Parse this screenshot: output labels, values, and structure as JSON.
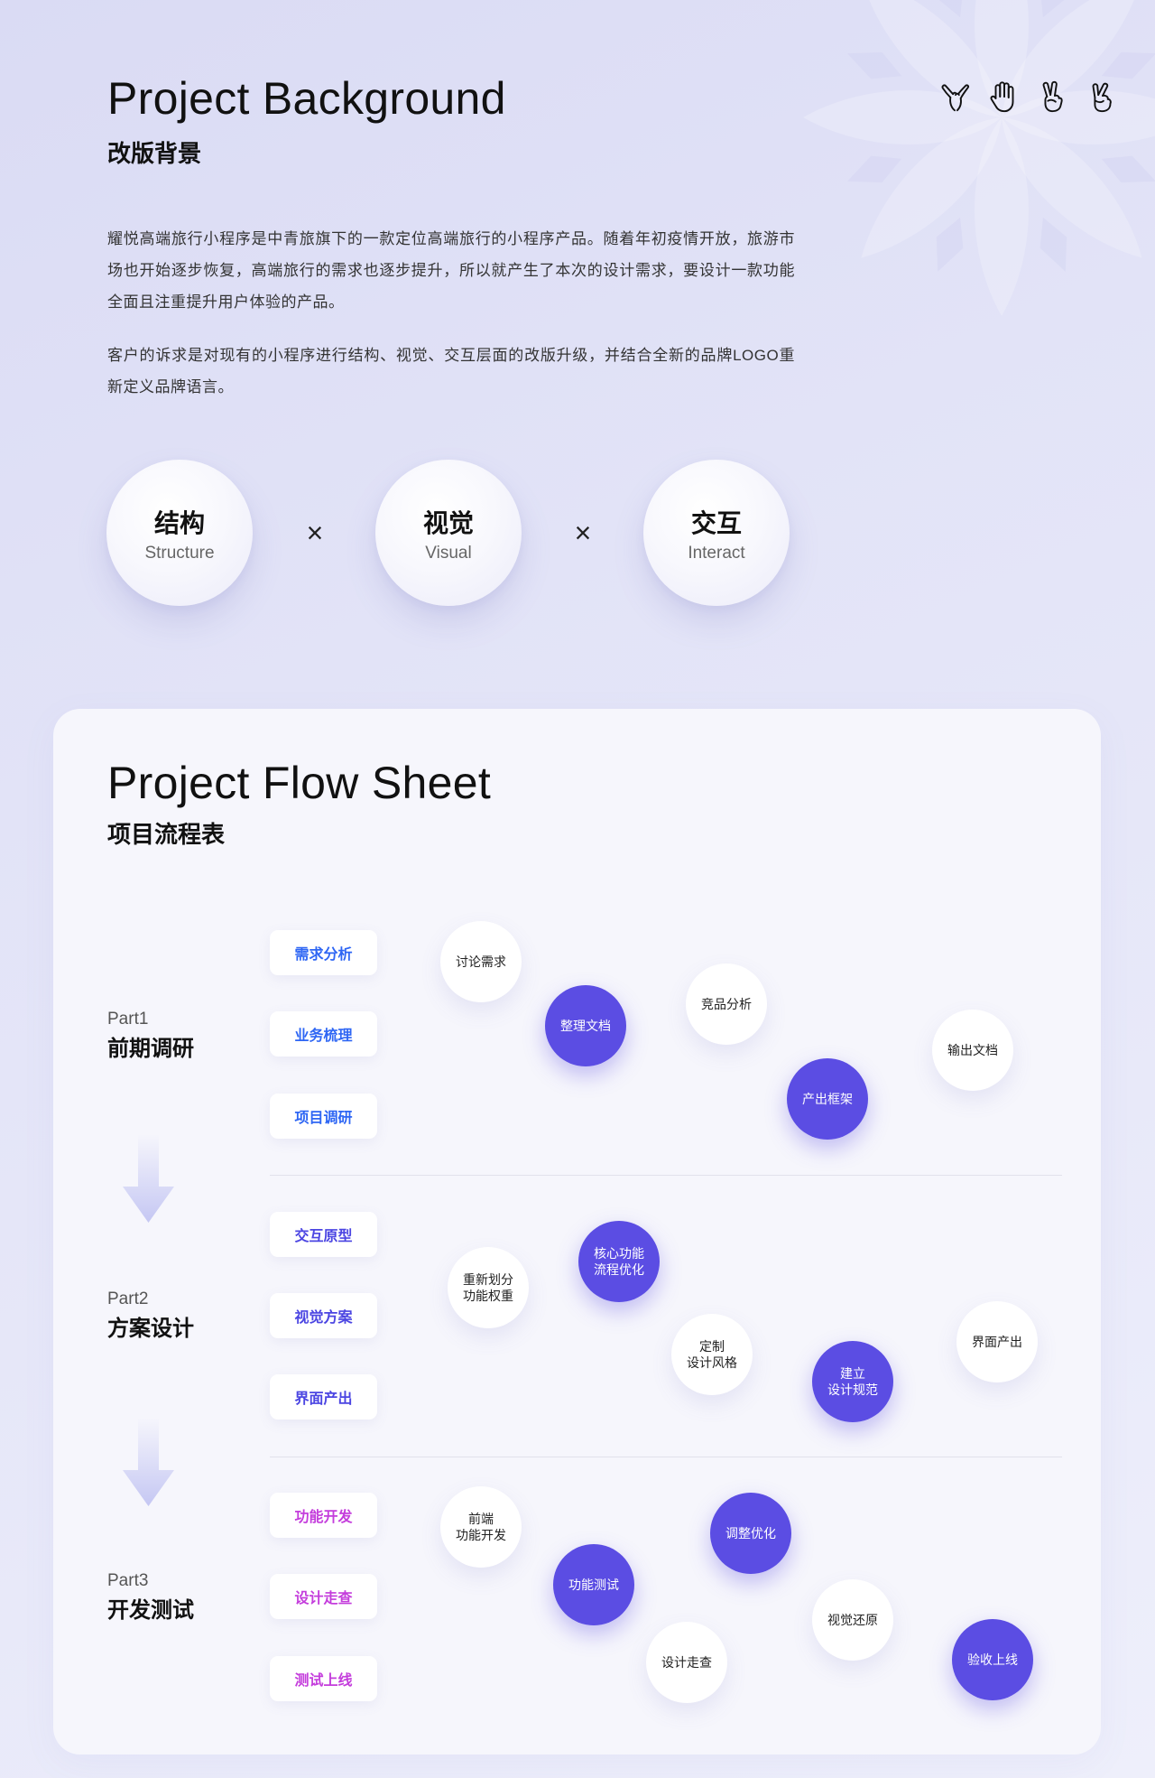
{
  "header": {
    "title": "Project Background",
    "subtitle": "改版背景",
    "gesture_icons": [
      "shaka-hand-icon",
      "raised-hand-icon",
      "victory-hand-icon",
      "peace-hand-icon"
    ]
  },
  "intro": {
    "paragraph_1": "耀悦高端旅行小程序是中青旅旗下的一款定位高端旅行的小程序产品。随着年初疫情开放，旅游市场也开始逐步恢复，高端旅行的需求也逐步提升，所以就产生了本次的设计需求，要设计一款功能全面且注重提升用户体验的产品。",
    "paragraph_2": "客户的诉求是对现有的小程序进行结构、视觉、交互层面的改版升级，并结合全新的品牌LOGO重新定义品牌语言。"
  },
  "pillars": {
    "separator": "×",
    "items": [
      {
        "zh": "结构",
        "en": "Structure"
      },
      {
        "zh": "视觉",
        "en": "Visual"
      },
      {
        "zh": "交互",
        "en": "Interact"
      }
    ]
  },
  "flow": {
    "title": "Project Flow Sheet",
    "subtitle": "项目流程表",
    "parts": [
      {
        "label": "Part1",
        "name": "前期调研",
        "steps": [
          "需求分析",
          "业务梳理",
          "项目调研"
        ],
        "bubbles": [
          {
            "lines": [
              "讨论需求"
            ],
            "highlighted": false
          },
          {
            "lines": [
              "整理文档"
            ],
            "highlighted": true
          },
          {
            "lines": [
              "竞品分析"
            ],
            "highlighted": false
          },
          {
            "lines": [
              "产出框架"
            ],
            "highlighted": true
          },
          {
            "lines": [
              "输出文档"
            ],
            "highlighted": false
          }
        ]
      },
      {
        "label": "Part2",
        "name": "方案设计",
        "steps": [
          "交互原型",
          "视觉方案",
          "界面产出"
        ],
        "bubbles": [
          {
            "lines": [
              "重新划分",
              "功能权重"
            ],
            "highlighted": false
          },
          {
            "lines": [
              "核心功能",
              "流程优化"
            ],
            "highlighted": true
          },
          {
            "lines": [
              "定制",
              "设计风格"
            ],
            "highlighted": false
          },
          {
            "lines": [
              "建立",
              "设计规范"
            ],
            "highlighted": true
          },
          {
            "lines": [
              "界面产出"
            ],
            "highlighted": false
          }
        ]
      },
      {
        "label": "Part3",
        "name": "开发测试",
        "steps": [
          "功能开发",
          "设计走查",
          "测试上线"
        ],
        "bubbles": [
          {
            "lines": [
              "前端",
              "功能开发"
            ],
            "highlighted": false
          },
          {
            "lines": [
              "功能测试"
            ],
            "highlighted": true
          },
          {
            "lines": [
              "调整优化"
            ],
            "highlighted": true
          },
          {
            "lines": [
              "设计走查"
            ],
            "highlighted": false
          },
          {
            "lines": [
              "视觉还原"
            ],
            "highlighted": false
          },
          {
            "lines": [
              "验收上线"
            ],
            "highlighted": true
          }
        ]
      }
    ]
  },
  "colors": {
    "card_background": "#f6f6fc",
    "text_primary": "#111111",
    "part1_accent": "#2e66f4",
    "part2_accent": "#4b45e2",
    "part3_accent": "#c43ddc",
    "highlight_bubble": "#5b4de3",
    "arrow": "#c5c7f3"
  }
}
